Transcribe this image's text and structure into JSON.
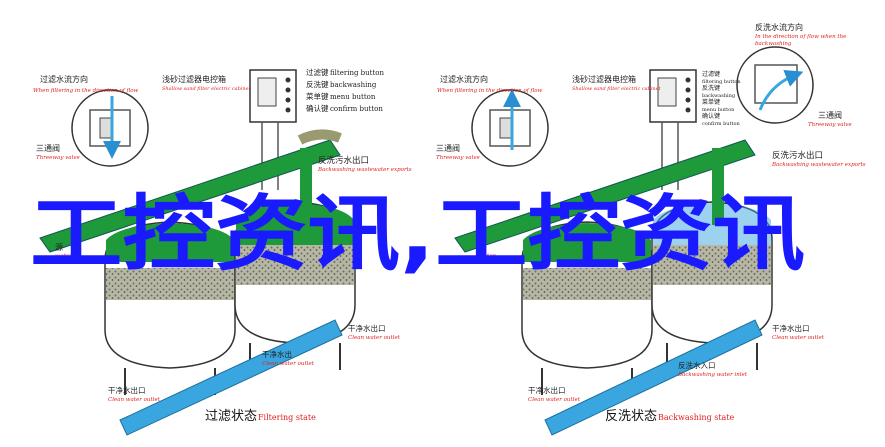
{
  "left_panel": {
    "flow_label_zh": "过滤水流方向",
    "flow_label_en": "When filtering in the direction of flow",
    "cabinet_zh": "浅砂过滤器电控箱",
    "cabinet_en": "Shallow sand filter electric cabinet",
    "buttons": [
      {
        "zh": "过滤键",
        "en": "filtering button"
      },
      {
        "zh": "反洗键",
        "en": "backwashing"
      },
      {
        "zh": "菜单键",
        "en": "menu button"
      },
      {
        "zh": "确认键",
        "en": "confirm button"
      }
    ],
    "valve_zh": "三通阀",
    "valve_en": "Threeway valve",
    "backwash_out_zh": "反洗污水出口",
    "backwash_out_en": "Backwashing wastewater exports",
    "inlet_zh": "源",
    "inlet_en": "water",
    "clean_outlet_zh": "干净水出口",
    "clean_outlet_en": "Clean water outlet",
    "clean_outlet2_zh": "干净水出",
    "clean_outlet2_en": "Clean water outlet",
    "bottom_outlet_zh": "干净水出口",
    "bottom_outlet_en": "Clean water outlet",
    "caption_zh": "过滤状态",
    "caption_en": "Filtering state"
  },
  "right_panel": {
    "flow_label_zh": "过滤水流方向",
    "flow_label_en": "When filtering in the direction of flow",
    "reverse_zh": "反洗水流方向",
    "reverse_en1": "In the direction of flow when the",
    "reverse_en2": "backwashing",
    "cabinet_zh": "浅砂过滤器电控箱",
    "cabinet_en": "Shallow sand filter electric cabinet",
    "buttons": [
      {
        "zh": "过滤键",
        "en": "filtering button"
      },
      {
        "zh": "反洗键",
        "en": "backwashing"
      },
      {
        "zh": "菜单键",
        "en": "menu button"
      },
      {
        "zh": "确认键",
        "en": "confirm button"
      }
    ],
    "valve_zh": "三通阀",
    "valve_en": "Threeway valve",
    "valve2_zh": "三通阀",
    "valve2_en": "Threeway valve",
    "backwash_out_zh": "反洗污水出口",
    "backwash_out_en": "Backwashing wastewater exports",
    "inlet_zh": "源",
    "inlet_en": "water",
    "clean_outlet_zh": "干净水出口",
    "clean_outlet_en": "Clean water outlet",
    "backwash_in_zh": "反洗水入口",
    "backwash_in_en": "Backwashing water inlet",
    "bottom_outlet_zh": "干净水出口",
    "bottom_outlet_en": "Clean water outlet",
    "caption_zh": "反洗状态",
    "caption_en": "Backwashing state"
  },
  "watermark": "工控资讯,工控资讯",
  "colors": {
    "pipe_green": "#1e9a3a",
    "pipe_blue": "#3aa6e0",
    "sand": "#9a9a88",
    "tank_outline": "#333333",
    "label_red": "#e02020",
    "watermark_blue": "#1a1aff"
  }
}
